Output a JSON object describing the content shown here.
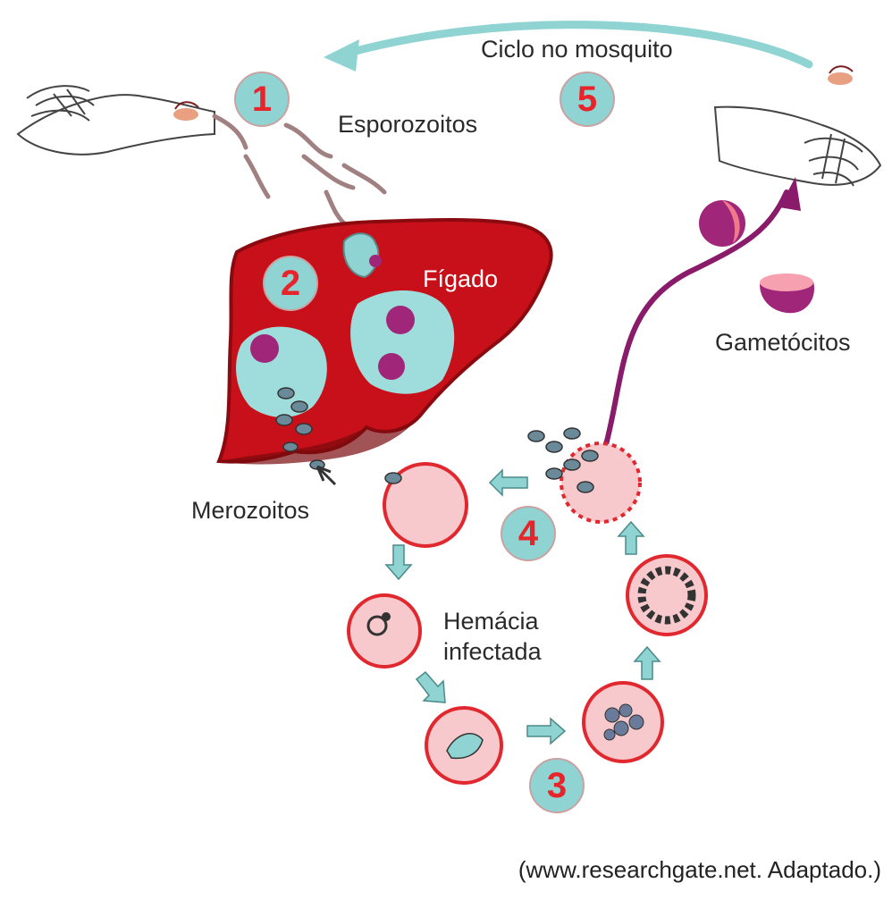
{
  "labels": {
    "mosquito_cycle": "Ciclo no mosquito",
    "sporozoites": "Esporozoitos",
    "liver": "Fígado",
    "gametocytes": "Gametócitos",
    "merozoites": "Merozoitos",
    "infected_rbc_line1": "Hemácia",
    "infected_rbc_line2": "infectada"
  },
  "steps": [
    "1",
    "2",
    "3",
    "4",
    "5"
  ],
  "source": "(www.researchgate.net. Adaptado.)",
  "colors": {
    "liver": "#c8101a",
    "liver_dark": "#8a0a10",
    "cyst": "#9fdcdc",
    "rbc_fill": "#f7c9cc",
    "rbc_ring": "#e0282e",
    "arrow": "#8fd3d3",
    "gametocyte_path": "#8a1a6a",
    "badge": "#8fd3d3",
    "badge_text": "#e8242b"
  }
}
